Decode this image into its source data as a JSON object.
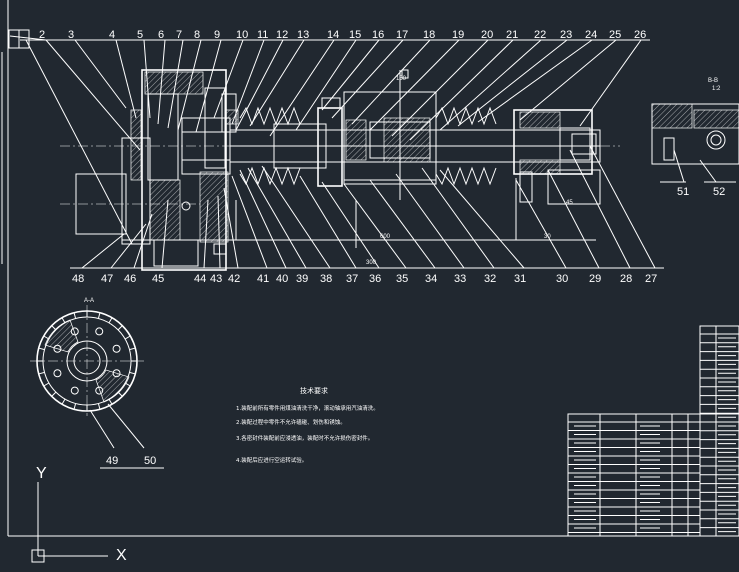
{
  "drawing": {
    "top_labels": [
      "2",
      "3",
      "4",
      "5",
      "6",
      "7",
      "8",
      "9",
      "10",
      "11",
      "12",
      "13",
      "14",
      "15",
      "16",
      "17",
      "18",
      "19",
      "20",
      "21",
      "22",
      "23",
      "24",
      "25",
      "26"
    ],
    "bottom_labels": [
      "48",
      "47",
      "46",
      "45",
      "44",
      "43",
      "42",
      "41",
      "40",
      "39",
      "38",
      "37",
      "36",
      "35",
      "34",
      "33",
      "32",
      "31",
      "30",
      "29",
      "28",
      "27"
    ],
    "section_labels": [
      "51",
      "52"
    ],
    "flange_labels": [
      "49",
      "50"
    ],
    "section_title_bb": "B-B",
    "section_title_aa": "A-A",
    "notes_title": "技术要求",
    "notes": [
      "1.装配前所有零件用煤油清洗干净，滚动轴承用汽油清洗。",
      "2.装配过程中零件不允许磕碰、划伤和锈蚀。",
      "3.各密封件装配前应浸透油，装配时不允许损伤密封件。",
      "4.装配后应进行空运转试验。"
    ],
    "ucs": {
      "y": "Y",
      "x": "X"
    }
  }
}
